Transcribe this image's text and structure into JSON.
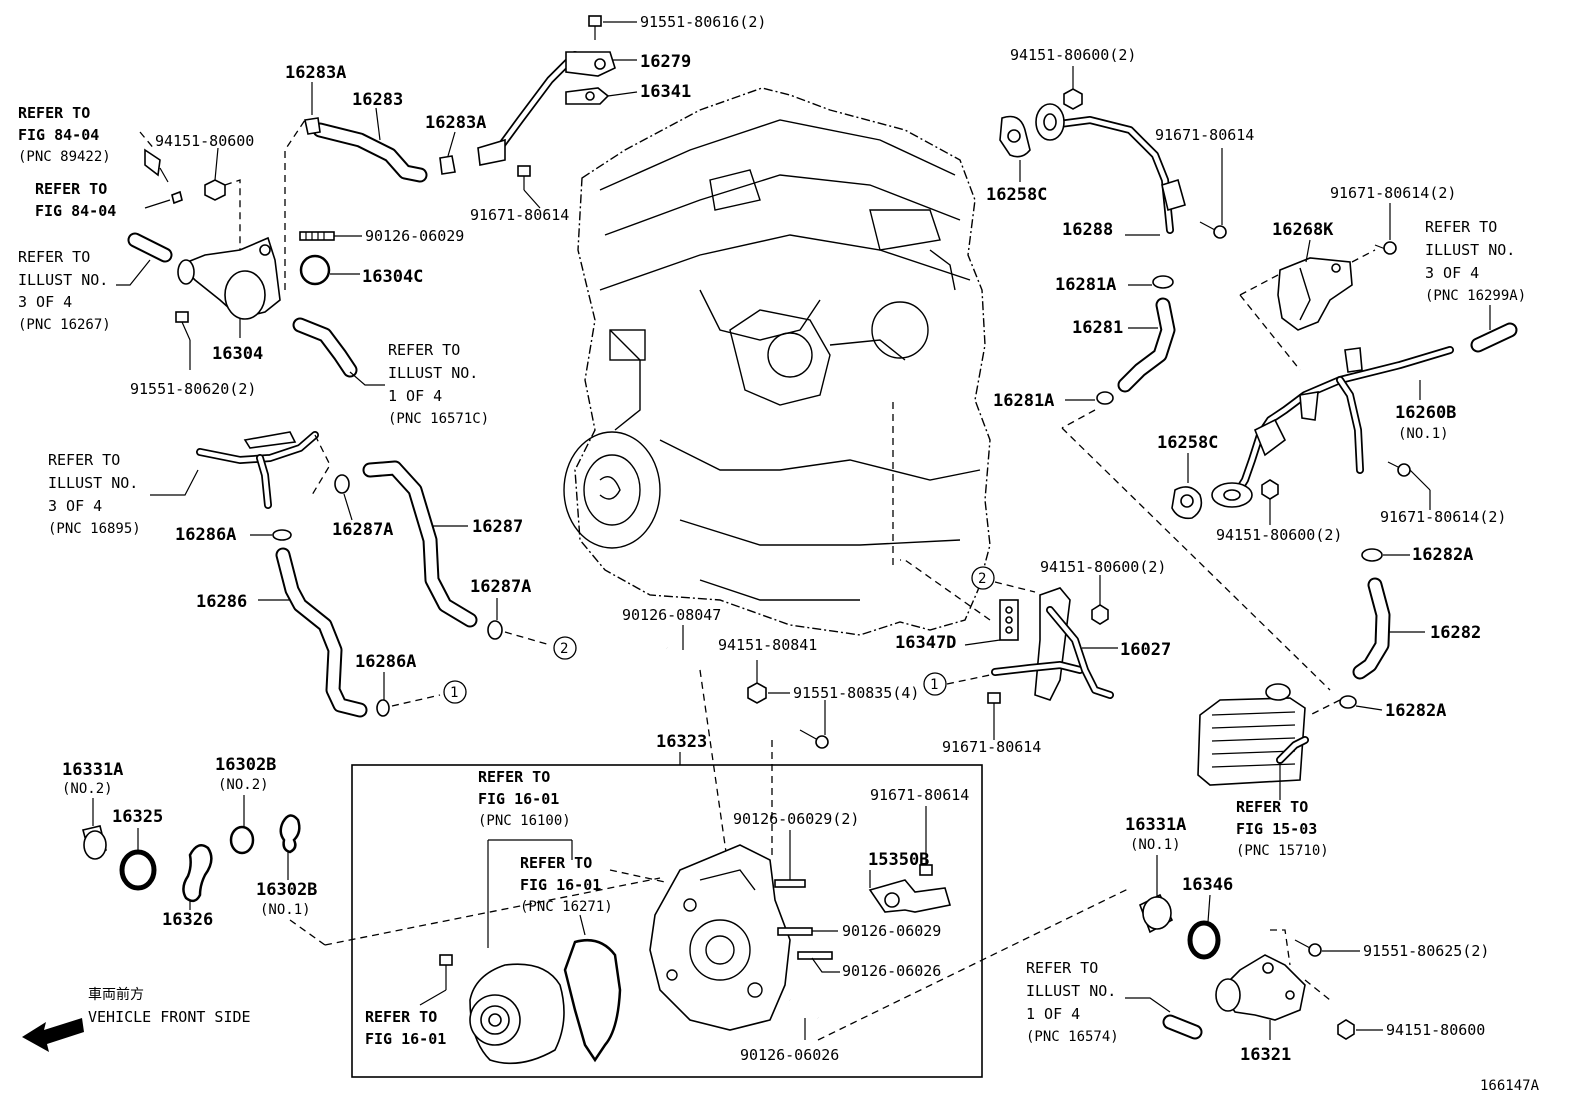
{
  "diagram_id": "166147A",
  "front_jp": "車両前方",
  "front_en": "VEHICLE FRONT SIDE",
  "parts": {
    "p91551_80616": "91551-80616(2)",
    "p16279": "16279",
    "p16341": "16341",
    "p16283A_a": "16283A",
    "p16283": "16283",
    "p16283A_b": "16283A",
    "p91671_80614_a": "91671-80614",
    "p94151_80600_a": "94151-80600",
    "p90126_06029_a": "90126-06029",
    "p16304C": "16304C",
    "p16304": "16304",
    "p91551_80620": "91551-80620(2)",
    "p16286A_a": "16286A",
    "p16286": "16286",
    "p16286A_b": "16286A",
    "p16287A_a": "16287A",
    "p16287": "16287",
    "p16287A_b": "16287A",
    "p16331A_a": "16331A",
    "p16331A_a_sub": "(NO.2)",
    "p16325": "16325",
    "p16326": "16326",
    "p16302B_a": "16302B",
    "p16302B_a_sub": "(NO.2)",
    "p16302B_b": "16302B",
    "p16302B_b_sub": "(NO.1)",
    "p90126_08047": "90126-08047",
    "p94151_80841": "94151-80841",
    "p91551_80835": "91551-80835(4)",
    "p16323": "16323",
    "p90126_06029_2": "90126-06029(2)",
    "p91671_80614_b": "91671-80614",
    "p15350B": "15350B",
    "p90126_06029_b": "90126-06029",
    "p90126_06026_a": "90126-06026",
    "p90126_06026_b": "90126-06026",
    "p94151_80600_2a": "94151-80600(2)",
    "p16258C_a": "16258C",
    "p91671_80614_c": "91671-80614",
    "p16288": "16288",
    "p16281A_a": "16281A",
    "p16281": "16281",
    "p16281A_b": "16281A",
    "p91671_80614_2a": "91671-80614(2)",
    "p16268K": "16268K",
    "p16260B": "16260B",
    "p16260B_sub": "(NO.1)",
    "p16258C_b": "16258C",
    "p91671_80614_2b": "91671-80614(2)",
    "p94151_80600_2b": "94151-80600(2)",
    "p16282A_a": "16282A",
    "p16282": "16282",
    "p16282A_b": "16282A",
    "p94151_80600_2c": "94151-80600(2)",
    "p16347D": "16347D",
    "p16027": "16027",
    "p91671_80614_d": "91671-80614",
    "p16331A_b": "16331A",
    "p16331A_b_sub": "(NO.1)",
    "p16346": "16346",
    "p91551_80625": "91551-80625(2)",
    "p94151_80600_b": "94151-80600",
    "p16321": "16321"
  },
  "refs": {
    "r_fig8404a": [
      "REFER TO",
      "FIG 84-04",
      "(PNC 89422)"
    ],
    "r_fig8404b": [
      "REFER TO",
      "FIG 84-04"
    ],
    "r_ill3_16267": [
      "REFER TO",
      "ILLUST NO.",
      "3 OF 4",
      "(PNC 16267)"
    ],
    "r_ill1_16571C": [
      "REFER TO",
      "ILLUST NO.",
      "1 OF 4",
      "(PNC 16571C)"
    ],
    "r_ill3_16895": [
      "REFER TO",
      "ILLUST NO.",
      "3 OF 4",
      "(PNC 16895)"
    ],
    "r_ill3_16299A": [
      "REFER TO",
      "ILLUST NO.",
      "3 OF 4",
      "(PNC 16299A)"
    ],
    "r_fig1601_16100": [
      "REFER TO",
      "FIG 16-01",
      "(PNC 16100)"
    ],
    "r_fig1601_16271": [
      "REFER TO",
      "FIG 16-01",
      "(PNC 16271)"
    ],
    "r_fig1601": [
      "REFER TO",
      "FIG 16-01"
    ],
    "r_fig1503": [
      "REFER TO",
      "FIG 15-03",
      "(PNC 15710)"
    ],
    "r_ill1_16574": [
      "REFER TO",
      "ILLUST NO.",
      "1 OF 4",
      "(PNC 16574)"
    ]
  },
  "markers": [
    "1",
    "2"
  ]
}
